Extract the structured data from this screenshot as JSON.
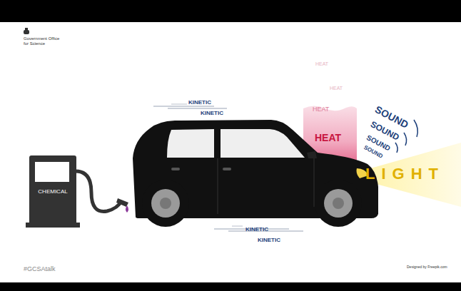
{
  "diagram": {
    "nodes": [
      {
        "text": [
          "CHEMICAL"
        ]
      }
    ],
    "labels": [
      "Government Office for Science",
      "KINETIC",
      "KINETIC",
      "KINETIC",
      "KINETIC",
      "HEAT",
      "HEAT",
      "HEAT",
      "HEAT",
      "SOUND",
      "SOUND",
      "SOUND",
      "SOUND",
      "LIGHT",
      "#GCSAtalk",
      "Designed by Freepik.com"
    ]
  }
}
